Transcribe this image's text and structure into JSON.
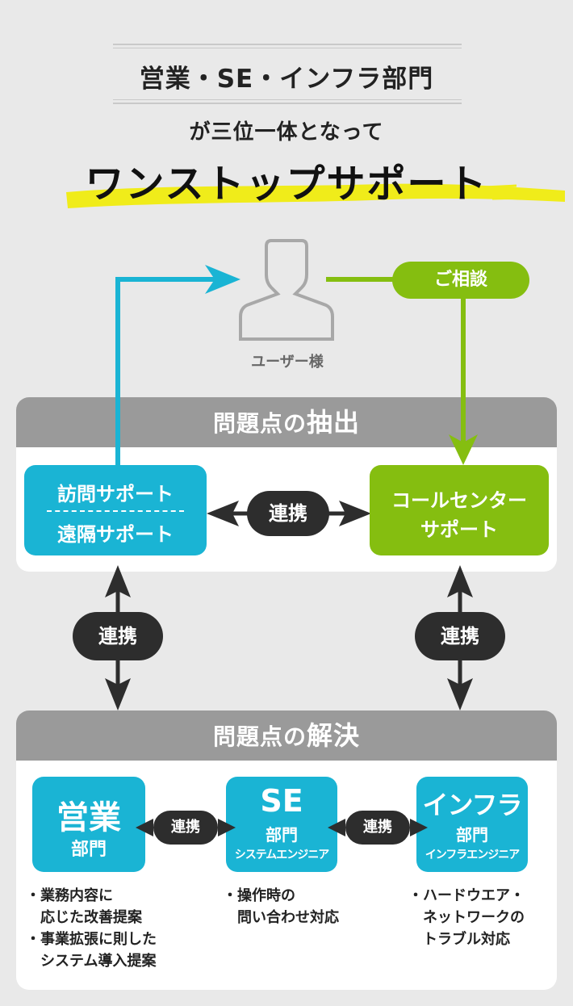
{
  "header": {
    "line1": "営業・SE・インフラ部門",
    "line2": "が三位一体となって",
    "line3": "ワンストップサポート"
  },
  "user": {
    "label": "ユーザー様",
    "icon": "user-silhouette-icon"
  },
  "consult_label": "ご相談",
  "extraction": {
    "title_plain": "問題点の",
    "title_bold": "抽出",
    "left_box": {
      "line1": "訪問サポート",
      "line2": "遠隔サポート"
    },
    "right_box": {
      "line1": "コールセンター",
      "line2": "サポート"
    },
    "link_label": "連携"
  },
  "vertical_links": {
    "left": "連携",
    "right": "連携"
  },
  "resolution": {
    "title_plain": "問題点の",
    "title_bold": "解決",
    "departments": [
      {
        "big": "営業",
        "sub": "部門",
        "extra": ""
      },
      {
        "big": "SE",
        "sub": "部門",
        "extra": "システムエンジニア"
      },
      {
        "big": "インフラ",
        "sub": "部門",
        "extra": "インフラエンジニア"
      }
    ],
    "link_labels": [
      "連携",
      "連携"
    ],
    "notes": [
      [
        "・業務内容に",
        "　応じた改善提案",
        "・事業拡張に則した",
        "　システム導入提案"
      ],
      [
        "・操作時の",
        "　問い合わせ対応"
      ],
      [
        "・ハードウエア・",
        "　ネットワークの",
        "　トラブル対応"
      ]
    ]
  },
  "colors": {
    "background": "#e9e9e9",
    "cyan": "#1ab4d4",
    "green": "#85be10",
    "dark_pill": "#2d2d2d",
    "panel_header": "#9a9a9a",
    "highlight": "#f0ec1a"
  }
}
